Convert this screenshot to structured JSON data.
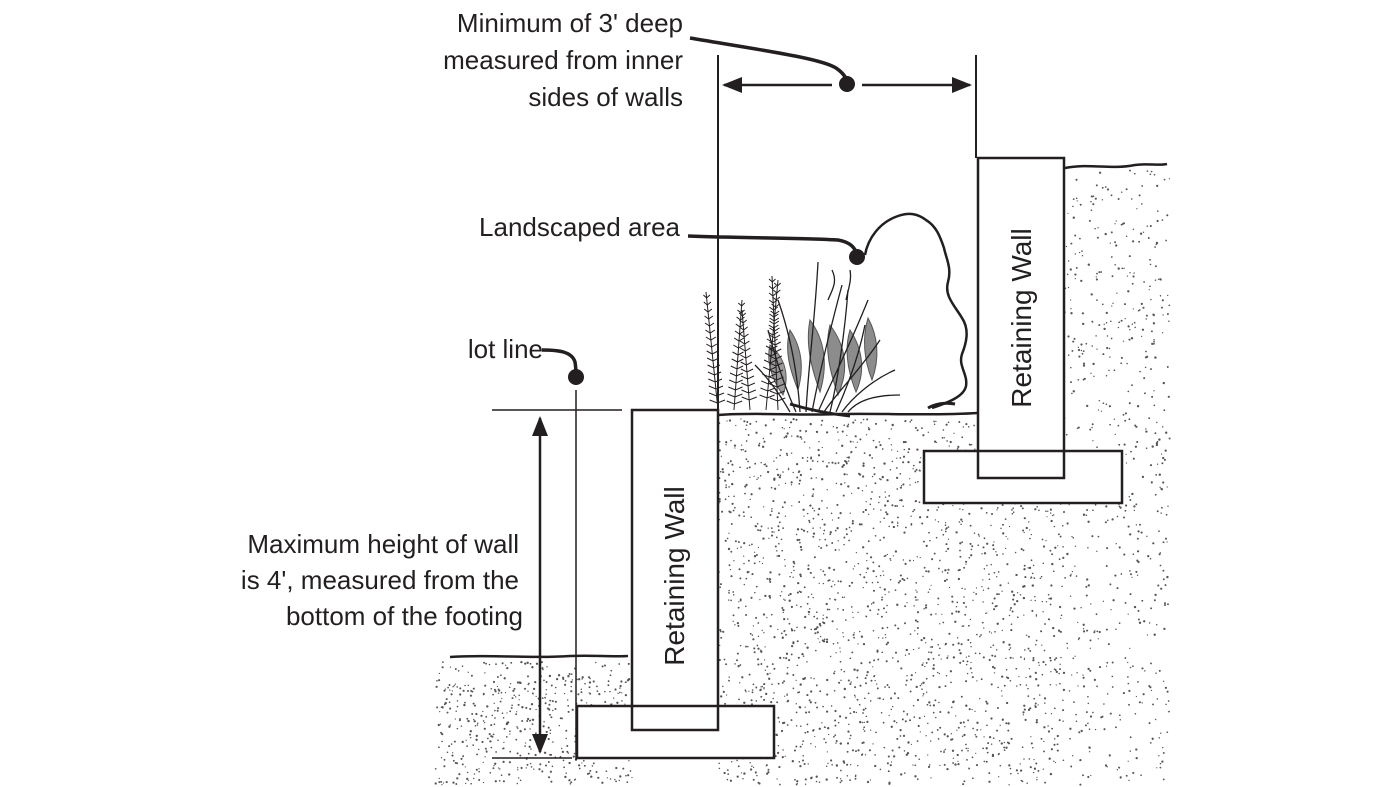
{
  "labels": {
    "min_depth": [
      "Minimum of 3' deep",
      "measured from  inner",
      "sides of walls"
    ],
    "landscaped": "Landscaped area",
    "lot_line": "lot line",
    "max_height": [
      "Maximum height of wall",
      "is 4', measured from the",
      "bottom of the footing"
    ],
    "wall_upper": "Retaining Wall",
    "wall_lower": "Retaining Wall"
  },
  "colors": {
    "ink": "#231f20",
    "plant_fill": "#8c8c8c",
    "background": "#ffffff"
  }
}
